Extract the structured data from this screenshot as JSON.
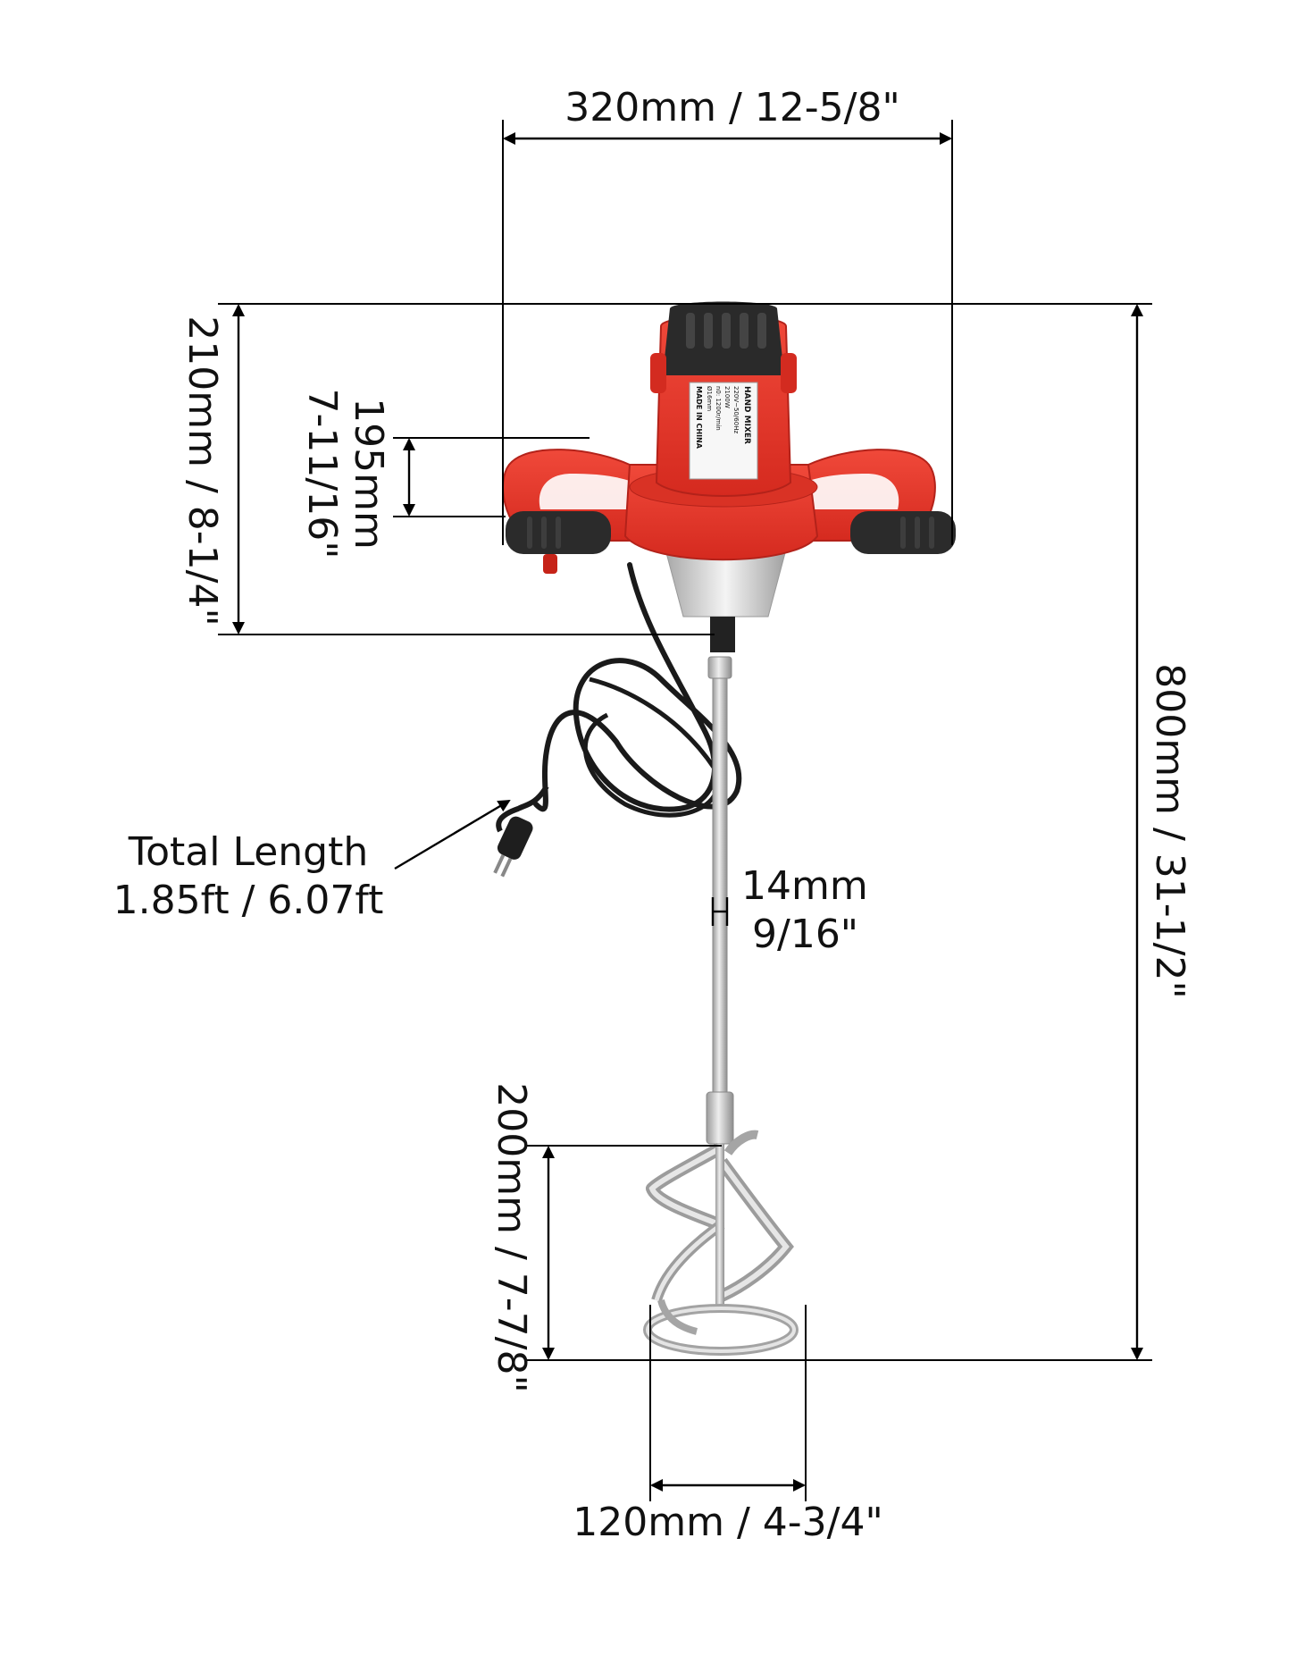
{
  "dimensions": {
    "top_width": "320mm / 12-5/8\"",
    "head_height": "210mm / 8-1/4\"",
    "grip_height_mm": "195mm",
    "grip_height_in": "7-11/16\"",
    "total_height": "800mm / 31-1/2\"",
    "shaft_diameter_mm": "14mm",
    "shaft_diameter_in": "9/16\"",
    "paddle_height": "200mm / 7-7/8\"",
    "paddle_width": "120mm / 4-3/4\""
  },
  "cord": {
    "label_line1": "Total Length",
    "label_line2": "1.85ft / 6.07ft"
  },
  "label_plate": {
    "line1": "HAND MIXER",
    "line2": "220V~50/60Hz",
    "line3": "2100W",
    "line4": "n0: 1200r/min",
    "line5": "Ø16mm",
    "line6": "MADE IN CHINA"
  },
  "colors": {
    "body_red": "#e8372a",
    "grip_black": "#2b2b2b",
    "metal": "#c9c9c9"
  }
}
